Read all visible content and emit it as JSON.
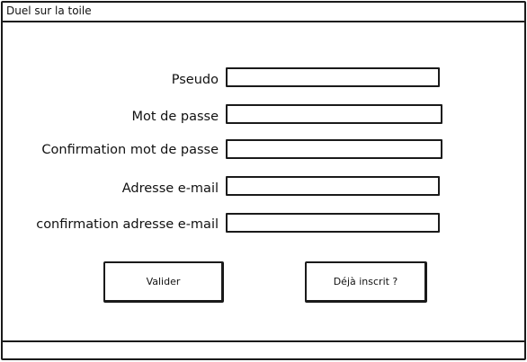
{
  "window": {
    "title": "Duel sur la toile"
  },
  "form": {
    "fields": [
      {
        "label": "Pseudo",
        "value": "",
        "placeholder": ""
      },
      {
        "label": "Mot de passe",
        "value": "",
        "placeholder": ""
      },
      {
        "label": "Confirmation mot de passe",
        "value": "",
        "placeholder": ""
      },
      {
        "label": "Adresse e-mail",
        "value": "",
        "placeholder": ""
      },
      {
        "label": "confirmation adresse e-mail",
        "value": "",
        "placeholder": ""
      }
    ],
    "submit_label": "Valider",
    "already_registered_label": "Déjà inscrit ?"
  },
  "colors": {
    "border": "#1a1a1a",
    "background": "#ffffff",
    "text": "#111111"
  }
}
